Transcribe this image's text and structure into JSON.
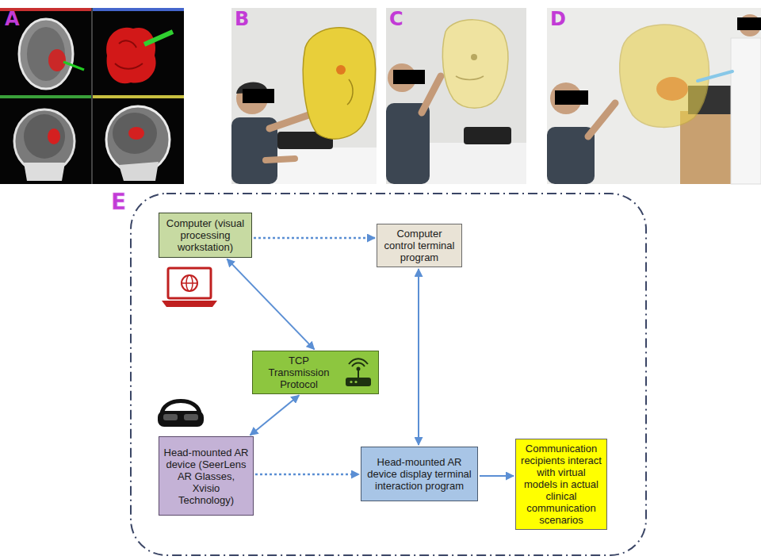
{
  "diagram": {
    "nodes": [
      {
        "text": [
          "Computer (visual processing workstation)"
        ]
      },
      {
        "text": [
          "Computer control terminal program"
        ]
      },
      {
        "text": [
          "TCP Transmission Protocol"
        ]
      },
      {
        "text": [
          "Head-mounted AR device (SeerLens AR Glasses, Xvisio Technology)"
        ]
      },
      {
        "text": [
          "Head-mounted AR device display terminal interaction program"
        ]
      },
      {
        "text": [
          "Communication recipients interact with virtual models in actual clinical communication scenarios"
        ]
      }
    ],
    "edges": [
      {
        "from": 0,
        "to": 1,
        "arrow": "to"
      },
      {
        "from": 0,
        "to": 2,
        "arrow": "both"
      },
      {
        "from": 2,
        "to": 3,
        "arrow": "both"
      },
      {
        "from": 1,
        "to": 4,
        "arrow": "both"
      },
      {
        "from": 3,
        "to": 4,
        "arrow": "to"
      },
      {
        "from": 4,
        "to": 5,
        "arrow": "to"
      }
    ],
    "labels": [
      "A",
      "B",
      "C",
      "D",
      "E"
    ]
  }
}
